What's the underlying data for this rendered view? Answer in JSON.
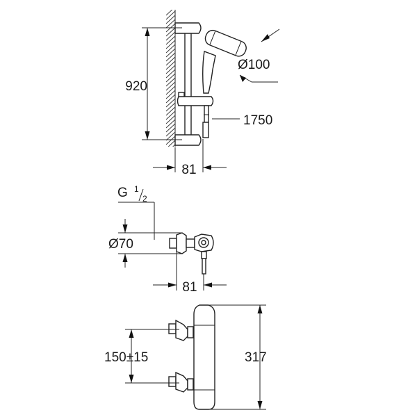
{
  "views": {
    "shower_set": {
      "height_dim": "920",
      "head_diameter_dim": "Ø100",
      "hose_length_dim": "1750",
      "depth_dim": "81"
    },
    "valve_side": {
      "thread_main": "G",
      "thread_num": "1",
      "thread_den": "2",
      "diameter_dim": "Ø70",
      "depth_dim": "81"
    },
    "valve_front": {
      "spacing_dim": "150±15",
      "height_dim": "317"
    }
  }
}
